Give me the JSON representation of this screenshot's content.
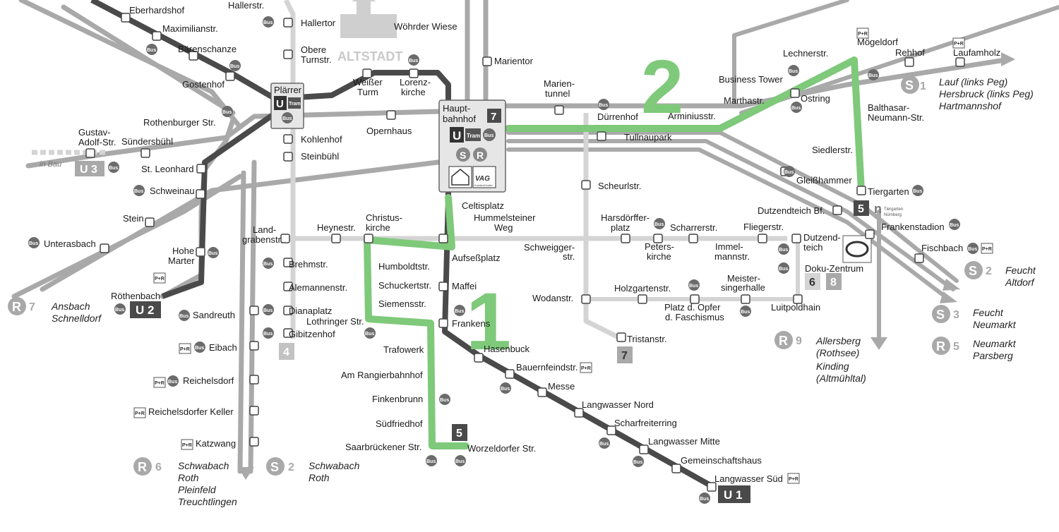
{
  "colors": {
    "rail": "#a9a9a9",
    "u_line": "#4a4a4a",
    "light": "#d4d4d4",
    "highlight": "#7fc97a",
    "bus": "#6b6b6b"
  },
  "district": "ALTSTADT",
  "hbf": {
    "line1": "Haupt-",
    "line2": "bahnhof",
    "tram_num": "7",
    "u": "U",
    "tram": "Tram",
    "bus": "Bus",
    "s": "S",
    "r": "R",
    "vag": "VAG",
    "vag_sub": "KundenCenter"
  },
  "plaerrer": {
    "name": "Plärrer",
    "u": "U",
    "tram": "Tram",
    "bus": "Bus"
  },
  "highlight_numbers": {
    "a": "2",
    "b": "1"
  },
  "stations": [
    {
      "id": "eberhardshof",
      "text": "Eberhardshof"
    },
    {
      "id": "maximilianstr",
      "text": "Maximilianstr."
    },
    {
      "id": "baerenschanze",
      "text": "Bärenschanze"
    },
    {
      "id": "gostenhof",
      "text": "Gostenhof"
    },
    {
      "id": "rothenburger",
      "text": "Rothenburger Str."
    },
    {
      "id": "gustav1",
      "text": "Gustav-"
    },
    {
      "id": "gustav2",
      "text": "Adolf-Str."
    },
    {
      "id": "suendersbuehl",
      "text": "Sündersbühl"
    },
    {
      "id": "stleonhard",
      "text": "St. Leonhard"
    },
    {
      "id": "schweinau",
      "text": "Schweinau"
    },
    {
      "id": "stein",
      "text": "Stein"
    },
    {
      "id": "unterasbach",
      "text": "Unterasbach"
    },
    {
      "id": "hohe",
      "text": "Hohe"
    },
    {
      "id": "marter",
      "text": "Marter"
    },
    {
      "id": "roethenbach",
      "text": "Röthenbach"
    },
    {
      "id": "sandreuth",
      "text": "Sandreuth"
    },
    {
      "id": "eibach",
      "text": "Eibach"
    },
    {
      "id": "reichelsdorf",
      "text": "Reichelsdorf"
    },
    {
      "id": "reichelsdorferkeller",
      "text": "Reichelsdorfer Keller"
    },
    {
      "id": "katzwang",
      "text": "Katzwang"
    },
    {
      "id": "hallerstr",
      "text": "Hallerstr."
    },
    {
      "id": "hallertor",
      "text": "Hallertor"
    },
    {
      "id": "obere1",
      "text": "Obere"
    },
    {
      "id": "obere2",
      "text": "Turnstr."
    },
    {
      "id": "kohlenhof",
      "text": "Kohlenhof"
    },
    {
      "id": "steinbuehl",
      "text": "Steinbühl"
    },
    {
      "id": "land1",
      "text": "Land-"
    },
    {
      "id": "land2",
      "text": "grabenstr."
    },
    {
      "id": "brehmstr",
      "text": "Brehmstr."
    },
    {
      "id": "alemannenstr",
      "text": "Alemannenstr."
    },
    {
      "id": "dianaplatz",
      "text": "Dianaplatz"
    },
    {
      "id": "gibitzenhof",
      "text": "Gibitzenhof"
    },
    {
      "id": "weisser1",
      "text": "Weißer"
    },
    {
      "id": "weisser2",
      "text": "Turm"
    },
    {
      "id": "lorenz1",
      "text": "Lorenz-"
    },
    {
      "id": "lorenz2",
      "text": "kirche"
    },
    {
      "id": "woehrder",
      "text": "Wöhrder Wiese"
    },
    {
      "id": "marientor",
      "text": "Marientor"
    },
    {
      "id": "opernhaus",
      "text": "Opernhaus"
    },
    {
      "id": "heynestr",
      "text": "Heynestr."
    },
    {
      "id": "christus1",
      "text": "Christus-"
    },
    {
      "id": "christus2",
      "text": "kirche"
    },
    {
      "id": "celtisplatz",
      "text": "Celtisplatz"
    },
    {
      "id": "hummel1",
      "text": "Hummelsteiner"
    },
    {
      "id": "hummel2",
      "text": "Weg"
    },
    {
      "id": "aufsessplatz",
      "text": "Aufseßplatz"
    },
    {
      "id": "humboldtstr",
      "text": "Humboldtstr."
    },
    {
      "id": "schuckertstr",
      "text": "Schuckertstr."
    },
    {
      "id": "maffei",
      "text": "Maffei"
    },
    {
      "id": "siemensstr",
      "text": "Siemensstr."
    },
    {
      "id": "lothringer",
      "text": "Lothringer Str."
    },
    {
      "id": "frankens",
      "text": "Frankens"
    },
    {
      "id": "trafowerk",
      "text": "Trafowerk"
    },
    {
      "id": "hasenbuck",
      "text": "Hasenbuck"
    },
    {
      "id": "amrangier",
      "text": "Am Rangierbahnhof"
    },
    {
      "id": "bauernfeind",
      "text": "Bauernfeindstr."
    },
    {
      "id": "finkenbrunn",
      "text": "Finkenbrunn"
    },
    {
      "id": "messe",
      "text": "Messe"
    },
    {
      "id": "suedfriedhof",
      "text": "Südfriedhof"
    },
    {
      "id": "langwassernord",
      "text": "Langwasser Nord"
    },
    {
      "id": "scharfreiter",
      "text": "Scharfreiterring"
    },
    {
      "id": "saarbruecker",
      "text": "Saarbrückener Str."
    },
    {
      "id": "worzeldorfer",
      "text": "Worzeldorfer Str."
    },
    {
      "id": "langwassermitte",
      "text": "Langwasser Mitte"
    },
    {
      "id": "gemeinschaft",
      "text": "Gemeinschaftshaus"
    },
    {
      "id": "langwassersued",
      "text": "Langwasser Süd"
    },
    {
      "id": "marien1",
      "text": "Marien-"
    },
    {
      "id": "marien2",
      "text": "tunnel"
    },
    {
      "id": "duerrenhof",
      "text": "Dürrenhof"
    },
    {
      "id": "tullnaupark",
      "text": "Tullnaupark"
    },
    {
      "id": "arminius",
      "text": "Arminiusstr."
    },
    {
      "id": "marthastr",
      "text": "Marthastr."
    },
    {
      "id": "businesstower",
      "text": "Business Tower"
    },
    {
      "id": "ostring",
      "text": "Ostring"
    },
    {
      "id": "lechnerstr",
      "text": "Lechnerstr."
    },
    {
      "id": "moegeldorf",
      "text": "Mögeldorf"
    },
    {
      "id": "rehhof",
      "text": "Rehhof"
    },
    {
      "id": "laufamholz",
      "text": "Laufamholz"
    },
    {
      "id": "balthasar1",
      "text": "Balthasar-"
    },
    {
      "id": "balthasar2",
      "text": "Neumann-Str."
    },
    {
      "id": "siedlerstr",
      "text": "Siedlerstr."
    },
    {
      "id": "gleisshammer",
      "text": "Gleißhammer"
    },
    {
      "id": "tiergarten",
      "text": "Tiergarten"
    },
    {
      "id": "dutzendbf",
      "text": "Dutzendteich Bf."
    },
    {
      "id": "frankenstadion",
      "text": "Frankenstadion"
    },
    {
      "id": "scheurlstr",
      "text": "Scheurlstr."
    },
    {
      "id": "harsd1",
      "text": "Harsdörffer-"
    },
    {
      "id": "harsd2",
      "text": "platz"
    },
    {
      "id": "scharrerstr",
      "text": "Scharrerstr."
    },
    {
      "id": "fliegerstr",
      "text": "Fliegerstr."
    },
    {
      "id": "dutzend1",
      "text": "Dutzend-"
    },
    {
      "id": "dutzend2",
      "text": "teich"
    },
    {
      "id": "schweigger1",
      "text": "Schweigger-"
    },
    {
      "id": "schweigger2",
      "text": "str."
    },
    {
      "id": "peters1",
      "text": "Peters-"
    },
    {
      "id": "peters2",
      "text": "kirche"
    },
    {
      "id": "immel1",
      "text": "Immel-"
    },
    {
      "id": "immel2",
      "text": "mannstr."
    },
    {
      "id": "fischbach",
      "text": "Fischbach"
    },
    {
      "id": "dokuzentrum",
      "text": "Doku-Zentrum"
    },
    {
      "id": "wodanstr",
      "text": "Wodanstr."
    },
    {
      "id": "holzgarten",
      "text": "Holzgartenstr."
    },
    {
      "id": "meister1",
      "text": "Meister-"
    },
    {
      "id": "meister2",
      "text": "singerhalle"
    },
    {
      "id": "luitpoldhain",
      "text": "Luitpoldhain"
    },
    {
      "id": "platzopfer1",
      "text": "Platz d. Opfer"
    },
    {
      "id": "platzopfer2",
      "text": "d. Faschismus"
    },
    {
      "id": "tristanstr",
      "text": "Tristanstr."
    }
  ],
  "line_badges": [
    {
      "id": "u3",
      "text": "U 3"
    },
    {
      "id": "u2",
      "text": "U 2"
    },
    {
      "id": "u1",
      "text": "U 1"
    },
    {
      "id": "t4",
      "text": "4"
    },
    {
      "id": "t5a",
      "text": "5"
    },
    {
      "id": "t5b",
      "text": "5"
    },
    {
      "id": "t6",
      "text": "6"
    },
    {
      "id": "t7",
      "text": "7"
    },
    {
      "id": "t8",
      "text": "8"
    }
  ],
  "in_bau": "in Bau",
  "destinations": [
    {
      "id": "s1",
      "code": "1",
      "lines": [
        "Lauf (links Peg)",
        "Hersbruck (links Peg)",
        "Hartmannshof"
      ]
    },
    {
      "id": "s2e",
      "code": "2",
      "lines": [
        "Feucht",
        "Altdorf"
      ]
    },
    {
      "id": "s3",
      "code": "3",
      "lines": [
        "Feucht",
        "Neumarkt"
      ]
    },
    {
      "id": "r5",
      "code": "5",
      "lines": [
        "Neumarkt",
        "Parsberg"
      ]
    },
    {
      "id": "r9",
      "code": "9",
      "lines": [
        "Allersberg",
        "(Rothsee)",
        "Kinding",
        "(Altmühltal)"
      ]
    },
    {
      "id": "r7",
      "code": "7",
      "lines": [
        "Ansbach",
        "Schnelldorf"
      ]
    },
    {
      "id": "r6",
      "code": "6",
      "lines": [
        "Schwabach",
        "Roth",
        "Pleinfeld",
        "Treuchtlingen"
      ]
    },
    {
      "id": "s2s",
      "code": "2",
      "lines": [
        "Schwabach",
        "Roth"
      ]
    }
  ],
  "tiergarten_logo": {
    "line1": "Tiergarten",
    "line2": "Nürnberg"
  },
  "bus_label": "Bus",
  "pr_label": "P+R"
}
